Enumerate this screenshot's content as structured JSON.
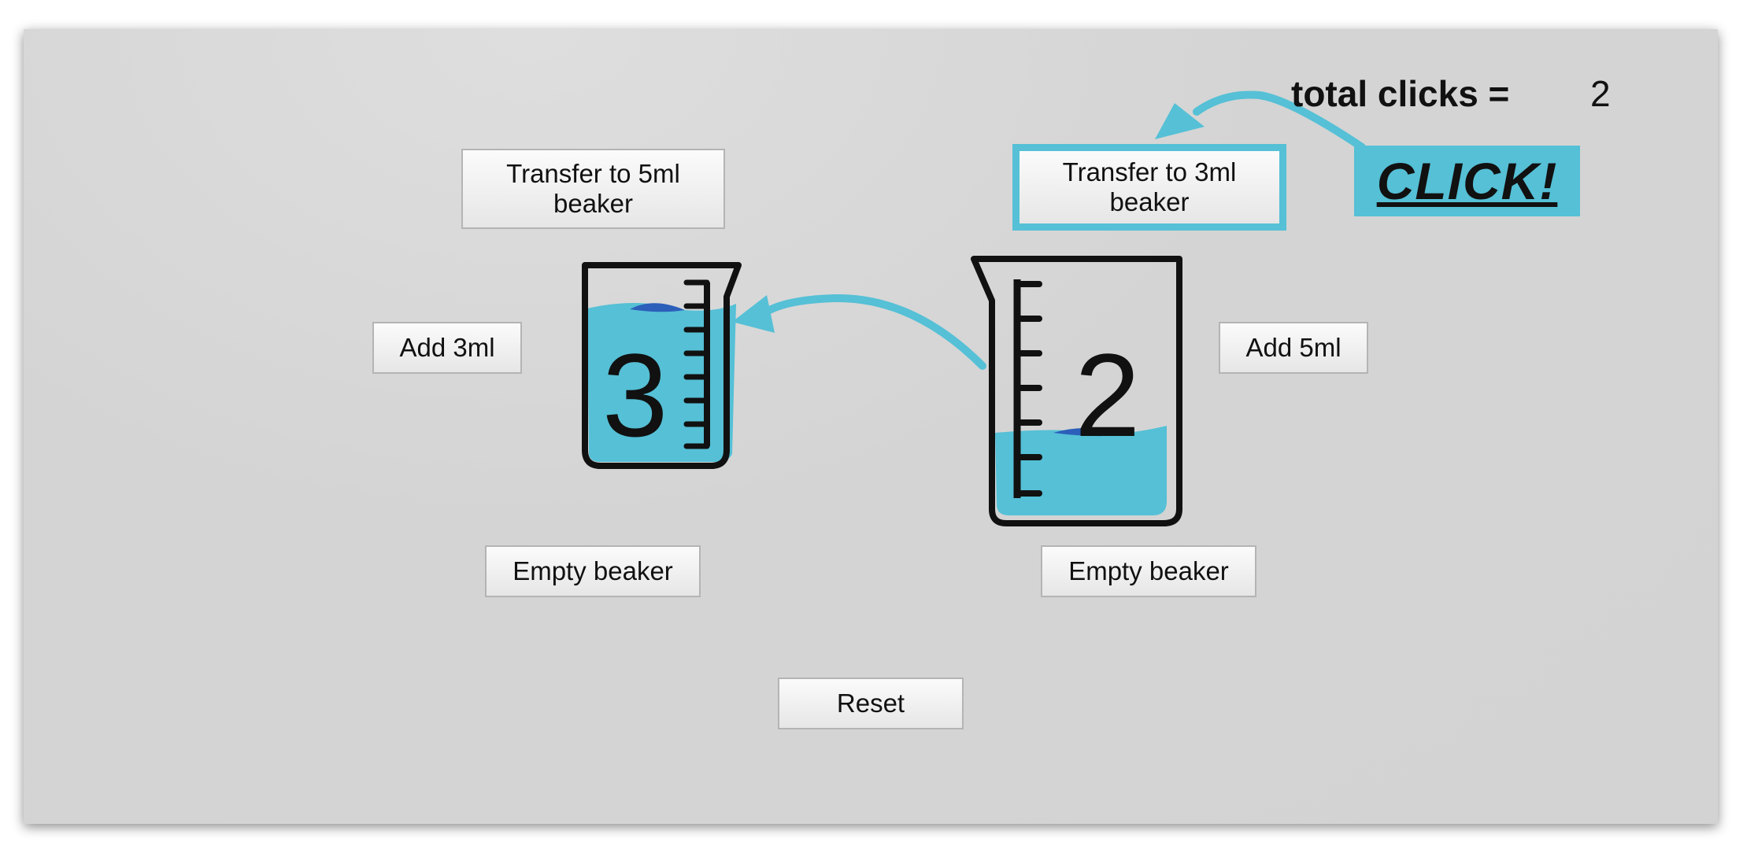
{
  "counter": {
    "label": "total clicks =",
    "value": "2"
  },
  "callout": {
    "text": "CLICK!"
  },
  "beaker_small": {
    "value": "3",
    "fill_fraction": 1.0,
    "transfer_label": "Transfer to 5ml beaker",
    "add_label": "Add 3ml",
    "empty_label": "Empty beaker"
  },
  "beaker_large": {
    "value": "2",
    "fill_fraction": 0.4,
    "transfer_label": "Transfer to 3ml beaker",
    "add_label": "Add 5ml",
    "empty_label": "Empty beaker"
  },
  "reset_label": "Reset",
  "colors": {
    "water": "#55c0d6",
    "water_surface": "#2b5fba",
    "highlight": "#55c0d6",
    "background": "#d4d4d4"
  }
}
